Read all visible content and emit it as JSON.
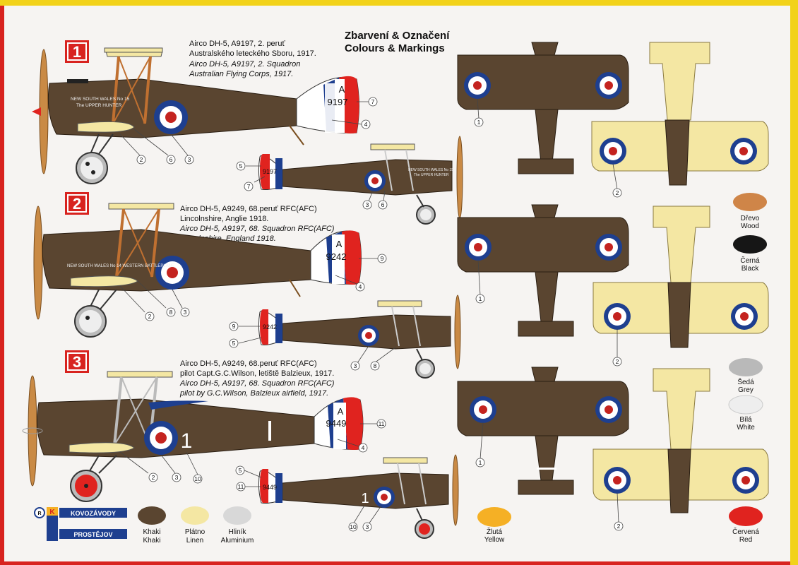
{
  "title": {
    "cz": "Zbarvení & Označení",
    "en": "Colours & Markings"
  },
  "schemes": [
    {
      "badge": "1",
      "cz": [
        "Airco DH-5, A9197, 2. peruť",
        "Australského leteckého Sboru, 1917."
      ],
      "en": [
        "Airco DH-5, A9197, 2. Squadron",
        "Australian Flying Corps, 1917."
      ],
      "serial": "9197",
      "letter": "A",
      "nose_text": [
        "NEW SOUTH WALES  No 15",
        "The UPPER HUNTER"
      ]
    },
    {
      "badge": "2",
      "cz": [
        "Airco DH-5, A9249, 68.peruť RFC(AFC)",
        "Lincolnshire, Anglie 1918."
      ],
      "en": [
        "Airco DH-5, A9197, 68. Squadron RFC(AFC)",
        "Lincolnshire, England 1918."
      ],
      "serial": "9242",
      "letter": "A",
      "nose_text": [
        "NEW SOUTH WALES No 14 WESTERN BATTLEPLANE"
      ]
    },
    {
      "badge": "3",
      "cz": [
        "Airco DH-5, A9249, 68.peruť RFC(AFC)",
        "pilot Capt.G.C.Wilson, letiště Balzieux, 1917."
      ],
      "en": [
        "Airco DH-5, A9197, 68. Squadron RFC(AFC)",
        "pilot by G.C.Wilson, Balzieux airfield, 1917."
      ],
      "serial": "9449",
      "letter": "A",
      "fuselage_number": "1"
    }
  ],
  "callouts": {
    "s1_side": [
      "7",
      "4",
      "2",
      "6",
      "3"
    ],
    "s1_small": [
      "5",
      "7",
      "3",
      "6"
    ],
    "s2_side": [
      "9",
      "4",
      "2",
      "8",
      "3"
    ],
    "s2_small": [
      "9",
      "5",
      "3",
      "8"
    ],
    "s3_side": [
      "11",
      "4",
      "2",
      "3",
      "10"
    ],
    "s3_small": [
      "5",
      "11",
      "10",
      "3"
    ],
    "top": "1",
    "bottom": "2"
  },
  "swatches": [
    {
      "cz": "Khaki",
      "en": "Khaki",
      "color": "#5a4530"
    },
    {
      "cz": "Plátno",
      "en": "Linen",
      "color": "#f4e7a3"
    },
    {
      "cz": "Hliník",
      "en": "Aluminium",
      "color": "#d8d8d8"
    },
    {
      "cz": "Žlutá",
      "en": "Yellow",
      "color": "#f5b025"
    },
    {
      "cz": "Dřevo",
      "en": "Wood",
      "color": "#cf8548"
    },
    {
      "cz": "Černá",
      "en": "Black",
      "color": "#161616"
    },
    {
      "cz": "Šedá",
      "en": "Grey",
      "color": "#b9b9b9"
    },
    {
      "cz": "Bílá",
      "en": "White",
      "color": "#eeeeee"
    },
    {
      "cz": "Červená",
      "en": "Red",
      "color": "#e0231f"
    }
  ],
  "logo": {
    "top": "KOVOZÁVODY",
    "bottom": "PROSTĚJOV",
    "mark": "K"
  },
  "colors": {
    "khaki": "#5a4530",
    "linen": "#f4e7a3",
    "roundel_blue": "#1e3f8f",
    "roundel_red": "#c4231f"
  }
}
